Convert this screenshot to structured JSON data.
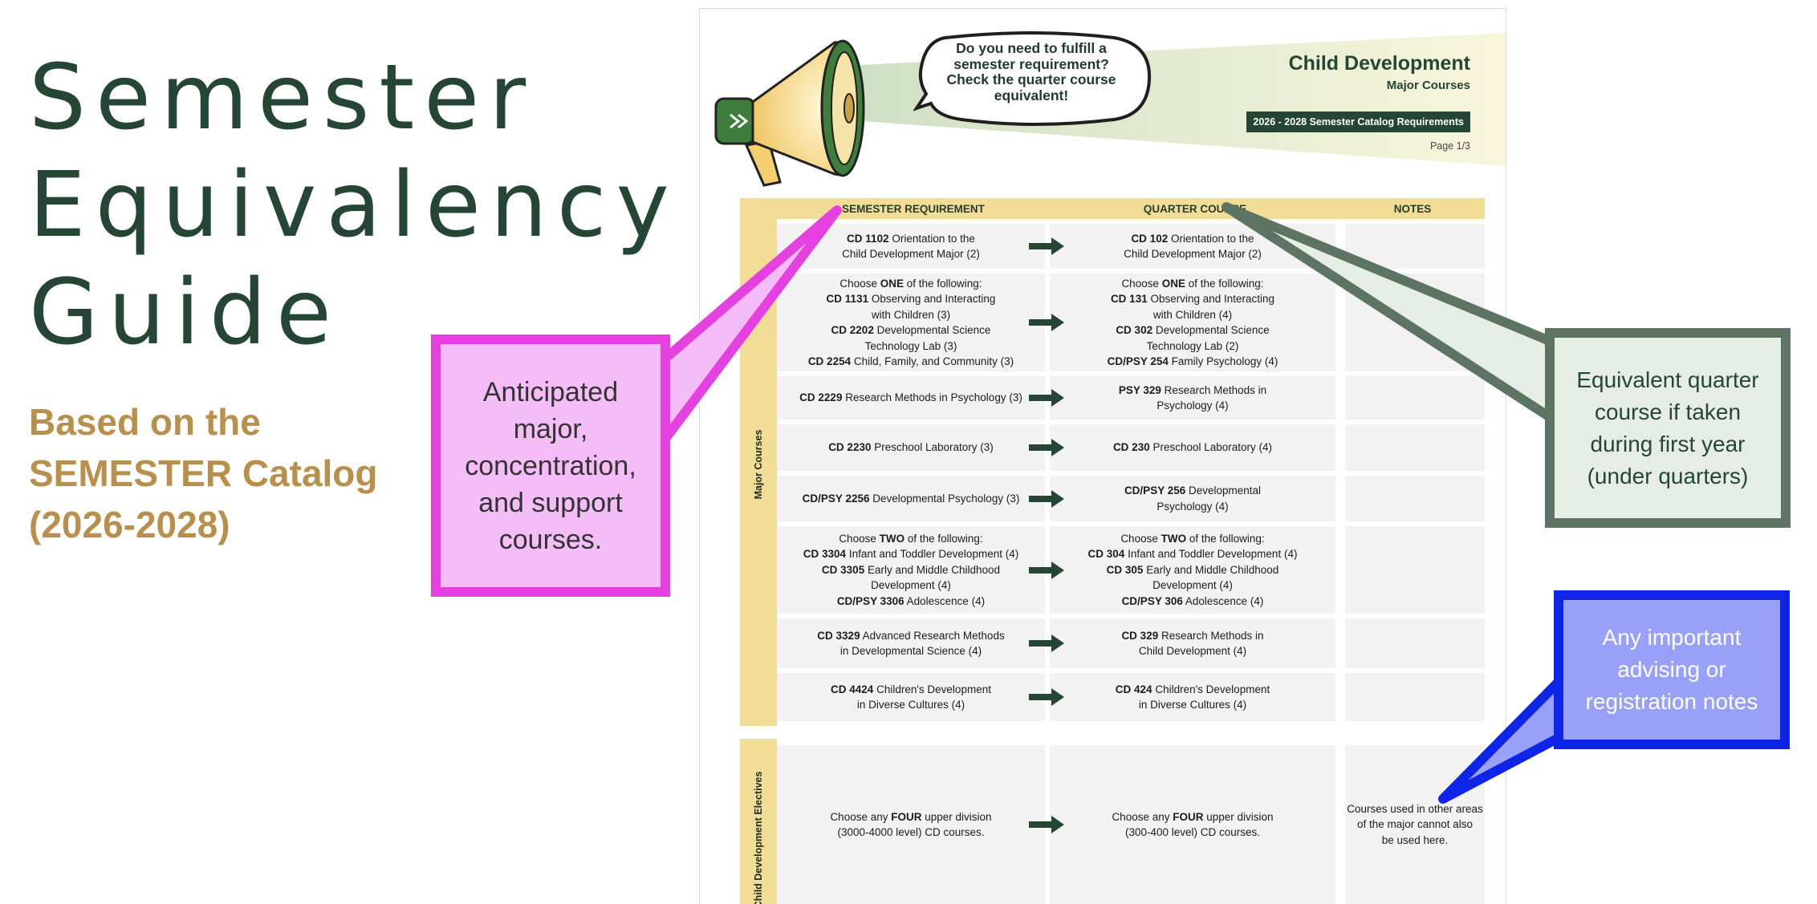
{
  "guide": {
    "title_lines": [
      "Semester",
      "Equivalency",
      "Guide"
    ],
    "subtitle_lines": [
      "Based on the",
      "SEMESTER Catalog",
      "(2026-2028)"
    ]
  },
  "document": {
    "bubble_lines": [
      "Do you need to fulfill a",
      "semester requirement?",
      "Check the quarter course",
      "equivalent!"
    ],
    "title": "Child Development",
    "subtitle": "Major Courses",
    "catalog_badge": "2026 - 2028 Semester Catalog Requirements",
    "page": "Page 1/3",
    "columns": [
      "SEMESTER REQUIREMENT",
      "QUARTER COURSE",
      "NOTES"
    ],
    "section_major": "Major Courses",
    "section_electives": "Child Development Electives",
    "rows": [
      {
        "semester": [
          [
            "CD 1102",
            " Orientation to the"
          ],
          [
            "",
            "Child Development Major (2)"
          ]
        ],
        "quarter": [
          [
            "CD 102",
            " Orientation to the"
          ],
          [
            "",
            "Child Development Major (2)"
          ]
        ],
        "notes": []
      },
      {
        "semester": [
          [
            "",
            "Choose "
          ],
          [
            "CD 1131",
            " Observing and Interacting"
          ],
          [
            "",
            "with Children (3)"
          ],
          [
            "CD 2202",
            " Developmental Science"
          ],
          [
            "",
            "Technology Lab (3)"
          ],
          [
            "CD 2254",
            " Child, Family, and Community (3)"
          ]
        ],
        "semester_first_bold": "ONE",
        "semester_first_tail": " of the following:",
        "quarter": [
          [
            "",
            "Choose "
          ],
          [
            "CD 131",
            " Observing and Interacting"
          ],
          [
            "",
            "with Children (4)"
          ],
          [
            "CD 302",
            " Developmental Science"
          ],
          [
            "",
            "Technology Lab (2)"
          ],
          [
            "CD/PSY 254",
            " Family Psychology (4)"
          ]
        ],
        "quarter_first_bold": "ONE",
        "quarter_first_tail": " of the following:",
        "notes": []
      },
      {
        "semester": [
          [
            "CD 2229",
            " Research Methods in Psychology (3)"
          ]
        ],
        "quarter": [
          [
            "PSY 329",
            " Research Methods in"
          ],
          [
            "",
            "Psychology (4)"
          ]
        ],
        "notes": []
      },
      {
        "semester": [
          [
            "CD 2230",
            " Preschool Laboratory (3)"
          ]
        ],
        "quarter": [
          [
            "CD 230",
            " Preschool Laboratory (4)"
          ]
        ],
        "notes": []
      },
      {
        "semester": [
          [
            "CD/PSY 2256",
            " Developmental Psychology (3)"
          ]
        ],
        "quarter": [
          [
            "CD/PSY 256",
            " Developmental"
          ],
          [
            "",
            "Psychology (4)"
          ]
        ],
        "notes": []
      },
      {
        "semester": [
          [
            "",
            "Choose "
          ],
          [
            "CD 3304",
            " Infant and Toddler Development (4)"
          ],
          [
            "CD 3305",
            " Early and Middle Childhood"
          ],
          [
            "",
            "Development (4)"
          ],
          [
            "CD/PSY 3306",
            " Adolescence (4)"
          ]
        ],
        "semester_first_bold": "TWO",
        "semester_first_tail": " of the following:",
        "quarter": [
          [
            "",
            "Choose "
          ],
          [
            "CD 304",
            " Infant and Toddler Development (4)"
          ],
          [
            "CD 305",
            " Early and Middle Childhood"
          ],
          [
            "",
            "Development (4)"
          ],
          [
            "CD/PSY 306",
            " Adolescence (4)"
          ]
        ],
        "quarter_first_bold": "TWO",
        "quarter_first_tail": " of the following:",
        "notes": []
      },
      {
        "semester": [
          [
            "CD 3329",
            " Advanced Research Methods"
          ],
          [
            "",
            "in Developmental Science (4)"
          ]
        ],
        "quarter": [
          [
            "CD 329",
            " Research Methods in"
          ],
          [
            "",
            "Child Development (4)"
          ]
        ],
        "notes": []
      },
      {
        "semester": [
          [
            "CD 4424",
            " Children's Development"
          ],
          [
            "",
            "in Diverse Cultures (4)"
          ]
        ],
        "quarter": [
          [
            "CD 424",
            " Children's Development"
          ],
          [
            "",
            "in Diverse Cultures (4)"
          ]
        ],
        "notes": []
      }
    ],
    "electives": {
      "semester": [
        [
          "",
          "Choose any "
        ],
        [
          "",
          "(3000-4000 level) CD courses."
        ]
      ],
      "semester_first_bold": "FOUR",
      "semester_first_tail": " upper division",
      "quarter": [
        [
          "",
          "Choose any "
        ],
        [
          "",
          "(300-400 level) CD courses."
        ]
      ],
      "quarter_first_bold": "FOUR",
      "quarter_first_tail": " upper division",
      "notes": [
        "Courses used in other areas",
        "of the major cannot also",
        "be used here."
      ]
    }
  },
  "callouts": {
    "pink": [
      "Anticipated",
      "major,",
      "concentration,",
      "and support",
      "courses."
    ],
    "green": [
      "Equivalent quarter",
      "course if taken",
      "during first year",
      "(under quarters)"
    ],
    "blue": [
      "Any important",
      "advising or",
      "registration notes"
    ]
  },
  "colors": {
    "dark_green": "#254535",
    "gold_text": "#b98f4c",
    "header_band": "#f2dd96",
    "cell_bg": "#f1f2f1",
    "pink_border": "#e541e0",
    "green_border": "#5e7462",
    "blue_border": "#0e24e6"
  }
}
